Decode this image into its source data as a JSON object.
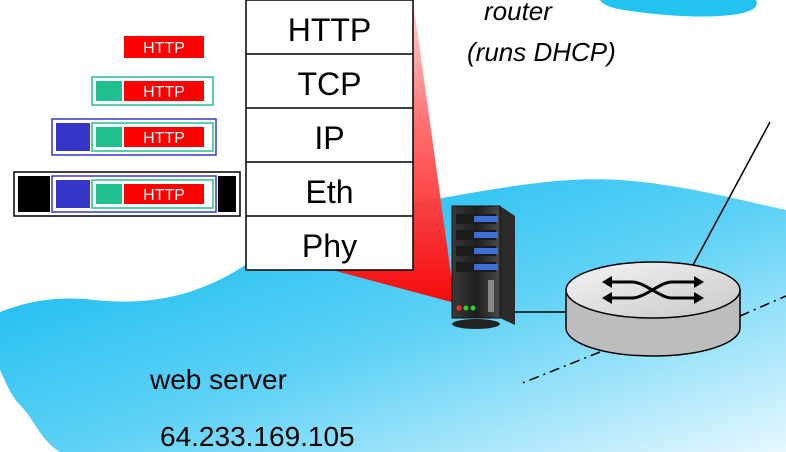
{
  "protocol_stack": {
    "layers": [
      "HTTP",
      "TCP",
      "IP",
      "Eth",
      "Phy"
    ]
  },
  "encapsulation": {
    "payload_label": "HTTP"
  },
  "router_caption": {
    "line1": "router",
    "line2": "(runs DHCP)"
  },
  "server": {
    "label": "web server",
    "ip": "64.233.169.105"
  },
  "colors": {
    "network_cloud": "#00bff2",
    "router_cloud": "#22c4ef",
    "http_tag": "#ff0000",
    "tcp_header": "#20c090",
    "ip_header": "#3535c8",
    "eth_header": "#000000",
    "highlight_beam": "#ff2a2a"
  },
  "icons": [
    "server-icon",
    "router-icon"
  ]
}
